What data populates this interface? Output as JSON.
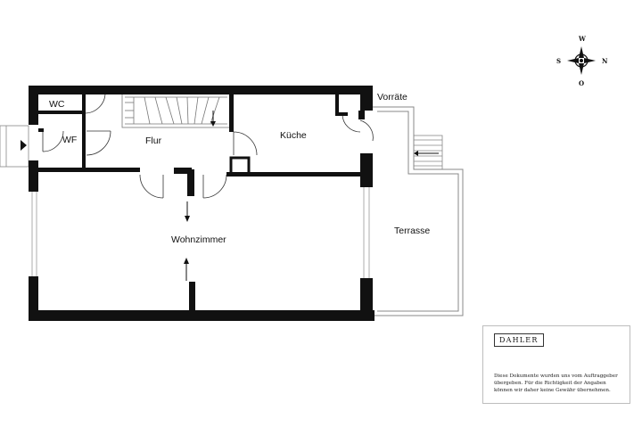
{
  "rooms": {
    "wc": "WC",
    "wf": "WF",
    "flur": "Flur",
    "kueche": "Küche",
    "vorraete": "Vorräte",
    "wohnzimmer": "Wohnzimmer",
    "terrasse": "Terrasse"
  },
  "compass": {
    "north": "N",
    "south": "S",
    "east": "O",
    "west": "W"
  },
  "legend": {
    "brand": "DAHLER",
    "disclaimer": "Diese Dokumente wurden uns vom Auftraggeber übergeben. Für die Richtigkeit der Angaben können wir daher keine Gewähr übernehmen."
  },
  "colors": {
    "wall": "#111111",
    "line": "#888888",
    "background": "#ffffff"
  },
  "icons": {
    "compass": "compass-rose-icon",
    "entrance": "entrance-arrow-icon"
  }
}
